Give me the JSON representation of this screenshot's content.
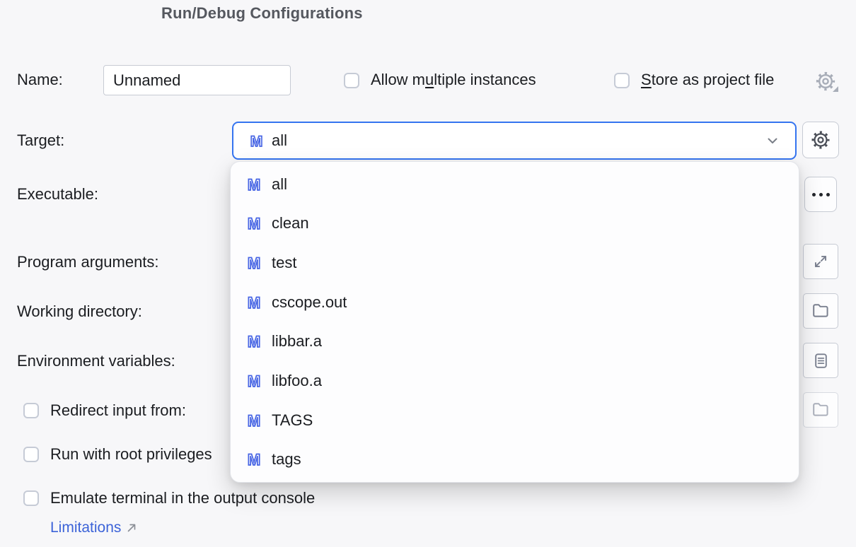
{
  "colors": {
    "accent_blue": "#3574F0",
    "makefile_icon_blue": "#4664E4",
    "link_blue": "#3C63D8",
    "title_gray": "#55585F",
    "background": "#F7F7F9"
  },
  "header": {
    "title": "Run/Debug Configurations"
  },
  "form": {
    "name": {
      "label": "Name:",
      "value": "Unnamed"
    },
    "allow_multiple": {
      "pre": "Allow m",
      "mnemonic": "u",
      "post": "ltiple instances",
      "checked": false
    },
    "store_as_project": {
      "pre": "",
      "mnemonic": "S",
      "post": "tore as project file",
      "checked": false
    },
    "target": {
      "label": "Target:",
      "value": "all"
    },
    "executable": {
      "label": "Executable:",
      "browse_label": "..."
    },
    "program_arguments": {
      "label": "Program arguments:"
    },
    "working_directory": {
      "label": "Working directory:"
    },
    "environment_variables": {
      "label": "Environment variables:"
    },
    "redirect_input": {
      "label": "Redirect input from:",
      "checked": false
    },
    "run_with_root": {
      "label": "Run with root privileges",
      "checked": false
    },
    "emulate_terminal": {
      "label": "Emulate terminal in the output console",
      "checked": false
    },
    "limitations_link": {
      "label": "Limitations"
    }
  },
  "target_dropdown": {
    "items": [
      {
        "label": "all"
      },
      {
        "label": "clean"
      },
      {
        "label": "test"
      },
      {
        "label": "cscope.out"
      },
      {
        "label": "libbar.a"
      },
      {
        "label": "libfoo.a"
      },
      {
        "label": "TAGS"
      },
      {
        "label": "tags"
      }
    ]
  },
  "icons": {
    "makefile_target": "outlined letter M",
    "settings": "gear",
    "browse": "ellipsis",
    "expand": "diagonal resize arrows",
    "folder": "folder outline",
    "env_list": "document with lines",
    "external_link": "north-east arrow",
    "chevron": "chevron down"
  }
}
